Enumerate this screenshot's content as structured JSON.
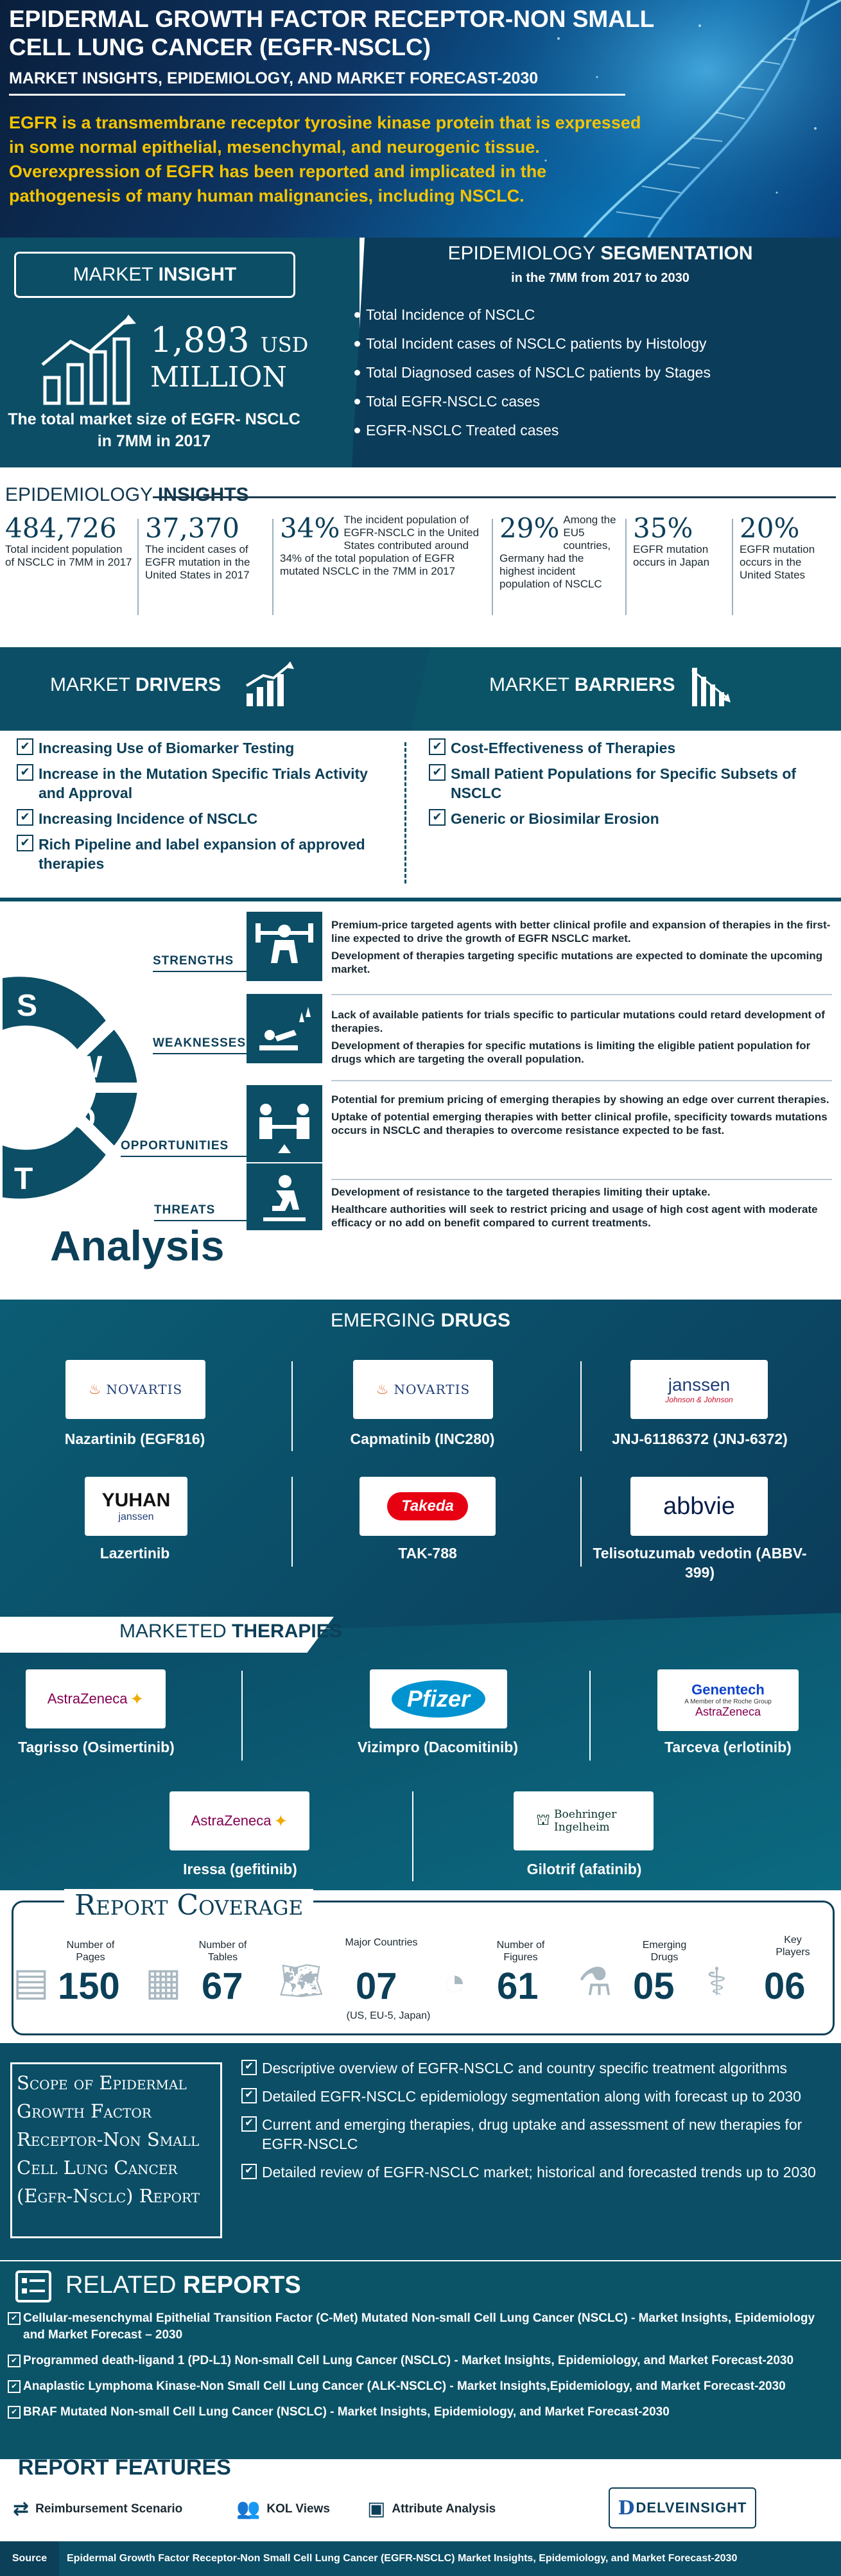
{
  "header": {
    "title": "Epidermal Growth Factor Receptor-Non Small Cell Lung Cancer (EGFR-NSCLC)",
    "subtitle": "MARKET INSIGHTS, EPIDEMIOLOGY, AND MARKET FORECAST-2030",
    "description": "EGFR is a transmembrane receptor tyrosine kinase protein that is expressed in some normal epithelial, mesenchymal, and neurogenic tissue. Overexpression of EGFR has been reported and implicated in the pathogenesis of many human malignancies, including NSCLC."
  },
  "market_insight": {
    "title_light": "MARKET",
    "title_bold": "INSIGHT",
    "value": "1,893",
    "currency": "USD",
    "unit": "MILLION",
    "caption": "The total market size of EGFR- NSCLC in 7MM in 2017"
  },
  "epi_segmentation": {
    "title_light": "EPIDEMIOLOGY",
    "title_bold": "SEGMENTATION",
    "subtitle": "in the 7MM from 2017 to 2030",
    "items": [
      "Total Incidence of NSCLC",
      "Total Incident cases of NSCLC patients by Histology",
      "Total Diagnosed cases of NSCLC patients by Stages",
      "Total EGFR-NSCLC cases",
      "EGFR-NSCLC Treated cases"
    ]
  },
  "epi_insights": {
    "title_light": "EPIDEMIOLOGY",
    "title_bold": "INSIGHTS",
    "items": [
      {
        "value": "484,726",
        "text": "Total incident population of NSCLC in 7MM in 2017"
      },
      {
        "value": "37,370",
        "text": "The incident cases of EGFR mutation in the United States in 2017"
      },
      {
        "value": "34%",
        "text": "The incident population of EGFR-NSCLC in the United States contributed around 34% of the total population of EGFR mutated NSCLC in the 7MM in 2017"
      },
      {
        "value": "29%",
        "text": "Among the EU5 countries, Germany had the highest incident population of NSCLC"
      },
      {
        "value": "35%",
        "text": "EGFR mutation occurs in Japan"
      },
      {
        "value": "20%",
        "text": "EGFR mutation occurs in the United States"
      }
    ]
  },
  "drivers": {
    "title_light": "MARKET",
    "title_bold": "DRIVERS",
    "items": [
      "Increasing Use of Biomarker Testing",
      "Increase in the Mutation Specific Trials Activity and Approval",
      "Increasing Incidence of NSCLC",
      "Rich Pipeline and label expansion of approved therapies"
    ]
  },
  "barriers": {
    "title_light": "MARKET",
    "title_bold": "BARRIERS",
    "items": [
      "Cost-Effectiveness of Therapies",
      "Small Patient Populations for Specific Subsets of NSCLC",
      "Generic or Biosimilar Erosion"
    ]
  },
  "swot": {
    "letters": [
      "S",
      "W",
      "O",
      "T"
    ],
    "analysis_label": "Analysis",
    "strengths": {
      "label": "STRENGTHS",
      "points": [
        "Premium-price targeted agents with better clinical profile and expansion of therapies in the first-line expected to drive the growth of EGFR NSCLC market.",
        "Development of therapies targeting specific mutations are expected to dominate the upcoming market."
      ]
    },
    "weaknesses": {
      "label": "WEAKNESSES",
      "points": [
        "Lack of available patients for trials specific to particular mutations could retard development of therapies.",
        "Development of therapies for specific mutations is limiting the eligible patient population for drugs which are targeting the overall population."
      ]
    },
    "opportunities": {
      "label": "OPPORTUNITIES",
      "points": [
        "Potential for premium pricing of emerging therapies by showing an edge over current therapies.",
        "Uptake of potential emerging therapies with better clinical profile, specificity towards mutations occurs in NSCLC and therapies to overcome resistance expected to be fast."
      ]
    },
    "threats": {
      "label": "THREATS",
      "points": [
        "Development of resistance to the targeted therapies limiting their uptake.",
        "Healthcare authorities will seek to restrict pricing and usage of high cost agent with moderate efficacy or no add on benefit compared to current treatments."
      ]
    }
  },
  "emerging_drugs": {
    "title_light": "EMERGING",
    "title_bold": "DRUGS",
    "items": [
      {
        "logo": "NOVARTIS",
        "name": "Nazartinib (EGF816)"
      },
      {
        "logo": "NOVARTIS",
        "name": "Capmatinib (INC280)"
      },
      {
        "logo": "janssen",
        "logo_sub": "Johnson & Johnson",
        "name": "JNJ-61186372 (JNJ-6372)"
      },
      {
        "logo": "YUHAN",
        "logo_sub": "janssen",
        "name": "Lazertinib"
      },
      {
        "logo": "Takeda",
        "name": "TAK-788"
      },
      {
        "logo": "abbvie",
        "name": "Telisotuzumab vedotin (ABBV-399)"
      }
    ]
  },
  "marketed_therapies": {
    "title_light": "MARKETED",
    "title_bold": "THERAPIES",
    "items": [
      {
        "logo": "AstraZeneca",
        "name": "Tagrisso (Osimertinib)"
      },
      {
        "logo": "Pfizer",
        "name": "Vizimpro (Dacomitinib)"
      },
      {
        "logo": "Genentech",
        "logo_sub": "A Member of the Roche Group",
        "logo2": "AstraZeneca",
        "name": "Tarceva (erlotinib)"
      },
      {
        "logo": "AstraZeneca",
        "name": "Iressa (gefitinib)"
      },
      {
        "logo": "Boehringer Ingelheim",
        "name": "Gilotrif (afatinib)"
      }
    ]
  },
  "report_coverage": {
    "title": "Report Coverage",
    "items": [
      {
        "label": "Number of Pages",
        "value": "150",
        "icon": "document-icon"
      },
      {
        "label": "Number of Tables",
        "value": "67",
        "icon": "table-icon"
      },
      {
        "label": "Major Countries",
        "value": "07",
        "note": "(US, EU-5, Japan)",
        "icon": "world-map-icon"
      },
      {
        "label": "Number of Figures",
        "value": "61",
        "icon": "figures-icon"
      },
      {
        "label": "Emerging Drugs",
        "value": "05",
        "icon": "pill-bottle-icon"
      },
      {
        "label": "Key Players",
        "value": "06",
        "icon": "doctor-icon"
      }
    ]
  },
  "scope": {
    "title": "Scope of Epidermal Growth Factor Receptor-Non Small Cell Lung Cancer (Egfr-Nsclc) Report",
    "items": [
      "Descriptive overview of EGFR-NSCLC and country specific treatment algorithms",
      "Detailed EGFR-NSCLC epidemiology segmentation along with forecast up to 2030",
      "Current and emerging therapies, drug uptake and assessment of new therapies for EGFR-NSCLC",
      "Detailed review of EGFR-NSCLC market; historical and forecasted trends up to 2030"
    ]
  },
  "related_reports": {
    "title_light": "RELATED",
    "title_bold": "REPORTS",
    "items": [
      "Cellular-mesenchymal Epithelial Transition Factor (C-Met) Mutated Non-small Cell Lung Cancer (NSCLC) - Market Insights, Epidemiology and Market Forecast – 2030",
      "Programmed death-ligand 1 (PD-L1) Non-small Cell Lung Cancer (NSCLC) - Market Insights, Epidemiology, and Market Forecast-2030",
      "Anaplastic Lymphoma Kinase-Non Small Cell Lung Cancer (ALK-NSCLC) - Market Insights,Epidemiology, and Market Forecast-2030",
      "BRAF Mutated Non-small Cell Lung Cancer (NSCLC) - Market Insights, Epidemiology, and Market Forecast-2030"
    ]
  },
  "report_features": {
    "title": "REPORT FEATURES",
    "items": [
      "Reimbursement Scenario",
      "KOL Views",
      "Attribute Analysis"
    ],
    "brand": "DELVEINSIGHT"
  },
  "footer": {
    "source_label": "Source",
    "source_text": "Epidermal Growth Factor Receptor-Non Small Cell Lung Cancer (EGFR-NSCLC) Market Insights, Epidemiology, and Market Forecast-2030"
  },
  "colors": {
    "primary": "#0b4e66",
    "dark": "#0c3f58",
    "accent_yellow": "#f5c400"
  }
}
